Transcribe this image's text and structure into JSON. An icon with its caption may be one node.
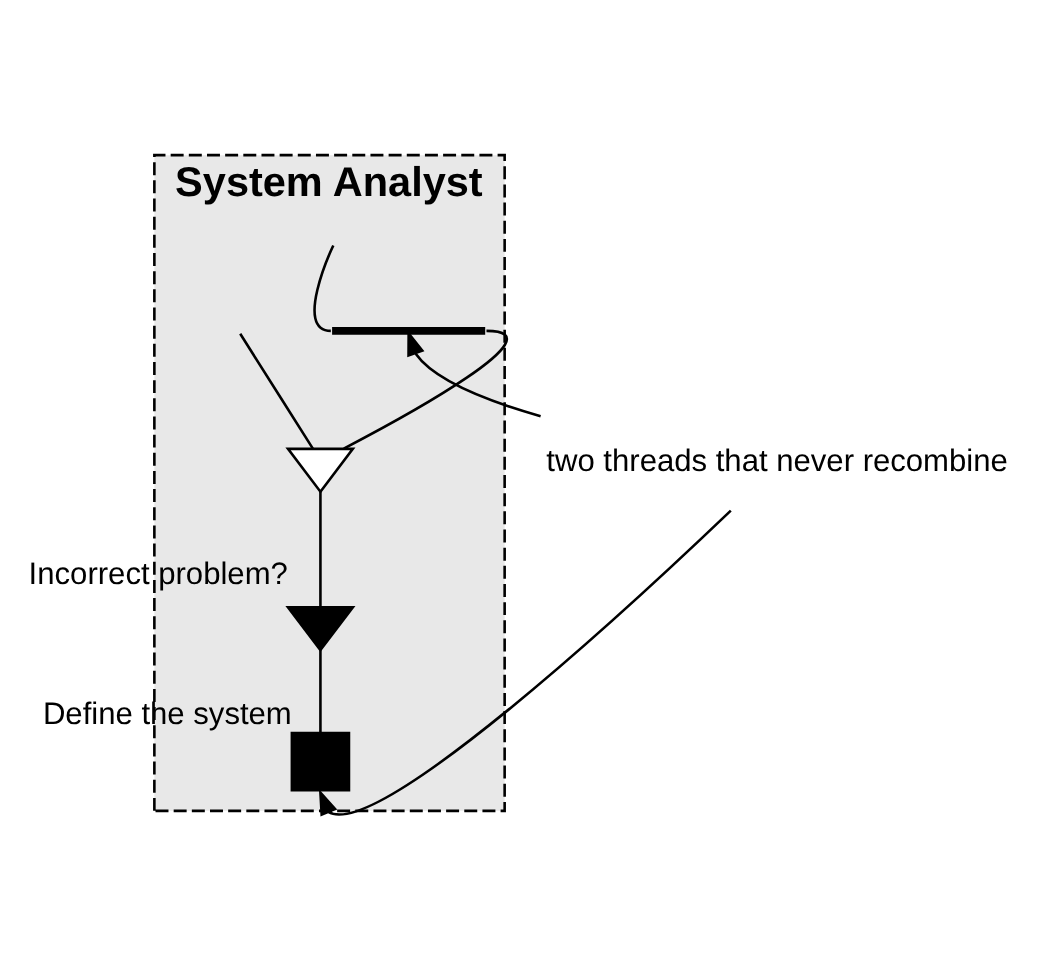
{
  "diagram": {
    "nodes": [
      {
        "text": [
          "System Analyst"
        ]
      },
      {
        "text": [],
        "shape": "triangle",
        "in": 0
      },
      {
        "text": [
          "Incorrect problem?"
        ],
        "in": 0
      },
      {
        "text": [
          "Define the system"
        ],
        "in": 0
      },
      {
        "text": [],
        "shape": "line",
        "in": 0
      },
      {
        "text": [
          "two threads that never recombine"
        ]
      }
    ],
    "edges": [
      {
        "from": null,
        "to": 4,
        "arrow": "none"
      },
      {
        "from": 4,
        "to": 1,
        "arrow": "none"
      },
      {
        "from": null,
        "to": 1,
        "arrow": "none"
      },
      {
        "from": 1,
        "to": 2,
        "arrow": "none"
      },
      {
        "from": 2,
        "to": 3,
        "arrow": "none"
      },
      {
        "from": 5,
        "to": 4,
        "arrow": "to"
      },
      {
        "from": 5,
        "to": 3,
        "arrow": "to"
      }
    ]
  }
}
